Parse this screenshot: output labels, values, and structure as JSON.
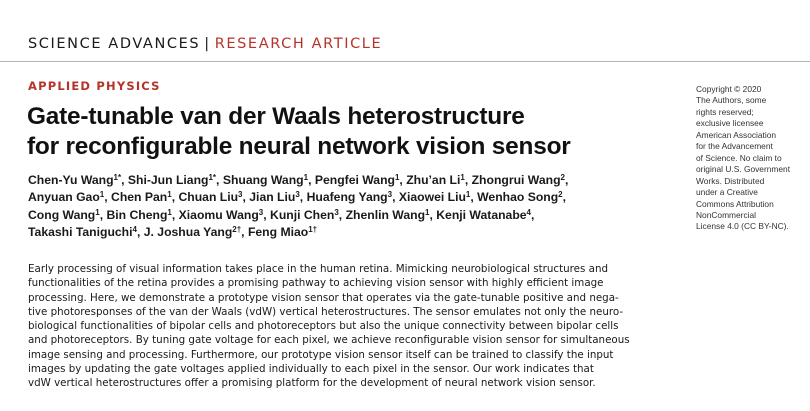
{
  "header": {
    "journal": "SCIENCE ADVANCES",
    "separator": "|",
    "article_type": "RESEARCH ARTICLE"
  },
  "category": "APPLIED PHYSICS",
  "title_lines": [
    "Gate-tunable van der Waals heterostructure",
    "for reconfigurable neural network vision sensor"
  ],
  "author_lines": [
    [
      {
        "name": "Chen-Yu Wang",
        "sup": "1*",
        "sep": ", "
      },
      {
        "name": "Shi-Jun Liang",
        "sup": "1*",
        "sep": ", "
      },
      {
        "name": "Shuang Wang",
        "sup": "1",
        "sep": ", "
      },
      {
        "name": "Pengfei Wang",
        "sup": "1",
        "sep": ", "
      },
      {
        "name": "Zhu’an Li",
        "sup": "1",
        "sep": ", "
      },
      {
        "name": "Zhongrui Wang",
        "sup": "2",
        "sep": ","
      }
    ],
    [
      {
        "name": "Anyuan Gao",
        "sup": "1",
        "sep": ", "
      },
      {
        "name": "Chen Pan",
        "sup": "1",
        "sep": ", "
      },
      {
        "name": "Chuan Liu",
        "sup": "3",
        "sep": ", "
      },
      {
        "name": "Jian Liu",
        "sup": "3",
        "sep": ", "
      },
      {
        "name": "Huafeng Yang",
        "sup": "3",
        "sep": ", "
      },
      {
        "name": "Xiaowei Liu",
        "sup": "1",
        "sep": ", "
      },
      {
        "name": "Wenhao Song",
        "sup": "2",
        "sep": ","
      }
    ],
    [
      {
        "name": "Cong Wang",
        "sup": "1",
        "sep": ", "
      },
      {
        "name": "Bin Cheng",
        "sup": "1",
        "sep": ", "
      },
      {
        "name": "Xiaomu Wang",
        "sup": "3",
        "sep": ", "
      },
      {
        "name": "Kunji Chen",
        "sup": "3",
        "sep": ", "
      },
      {
        "name": "Zhenlin Wang",
        "sup": "1",
        "sep": ", "
      },
      {
        "name": "Kenji Watanabe",
        "sup": "4",
        "sep": ","
      }
    ],
    [
      {
        "name": "Takashi Taniguchi",
        "sup": "4",
        "sep": ", "
      },
      {
        "name": "J. Joshua Yang",
        "sup": "2†",
        "sep": ", "
      },
      {
        "name": "Feng Miao",
        "sup": "1†",
        "sep": ""
      }
    ]
  ],
  "abstract_lines": [
    "Early processing of visual information takes place in the human retina. Mimicking neurobiological structures and",
    "functionalities of the retina provides a promising pathway to achieving vision sensor with highly efficient image",
    "processing. Here, we demonstrate a prototype vision sensor that operates via the gate-tunable positive and nega-",
    "tive photoresponses of the van der Waals (vdW) vertical heterostructures. The sensor emulates not only the neuro-",
    "biological functionalities of bipolar cells and photoreceptors but also the unique connectivity between bipolar cells",
    "and photoreceptors. By tuning gate voltage for each pixel, we achieve reconfigurable vision sensor for simultaneous",
    "image sensing and processing. Furthermore, our prototype vision sensor itself can be trained to classify the input",
    "images by updating the gate voltages applied individually to each pixel in the sensor. Our work indicates that",
    "vdW vertical heterostructures offer a promising platform for the development of neural network vision sensor."
  ],
  "copyright_lines": [
    "Copyright © 2020",
    "The Authors, some",
    "rights reserved;",
    "exclusive licensee",
    "American Association",
    "for the Advancement",
    "of Science. No claim to",
    "original U.S. Government",
    "Works. Distributed",
    "under a Creative",
    "Commons Attribution",
    "NonCommercial",
    "License 4.0 (CC BY-NC)."
  ],
  "colors": {
    "accent": "#b5342a",
    "text": "#1a1a1a",
    "rule": "#b5b5b5"
  }
}
